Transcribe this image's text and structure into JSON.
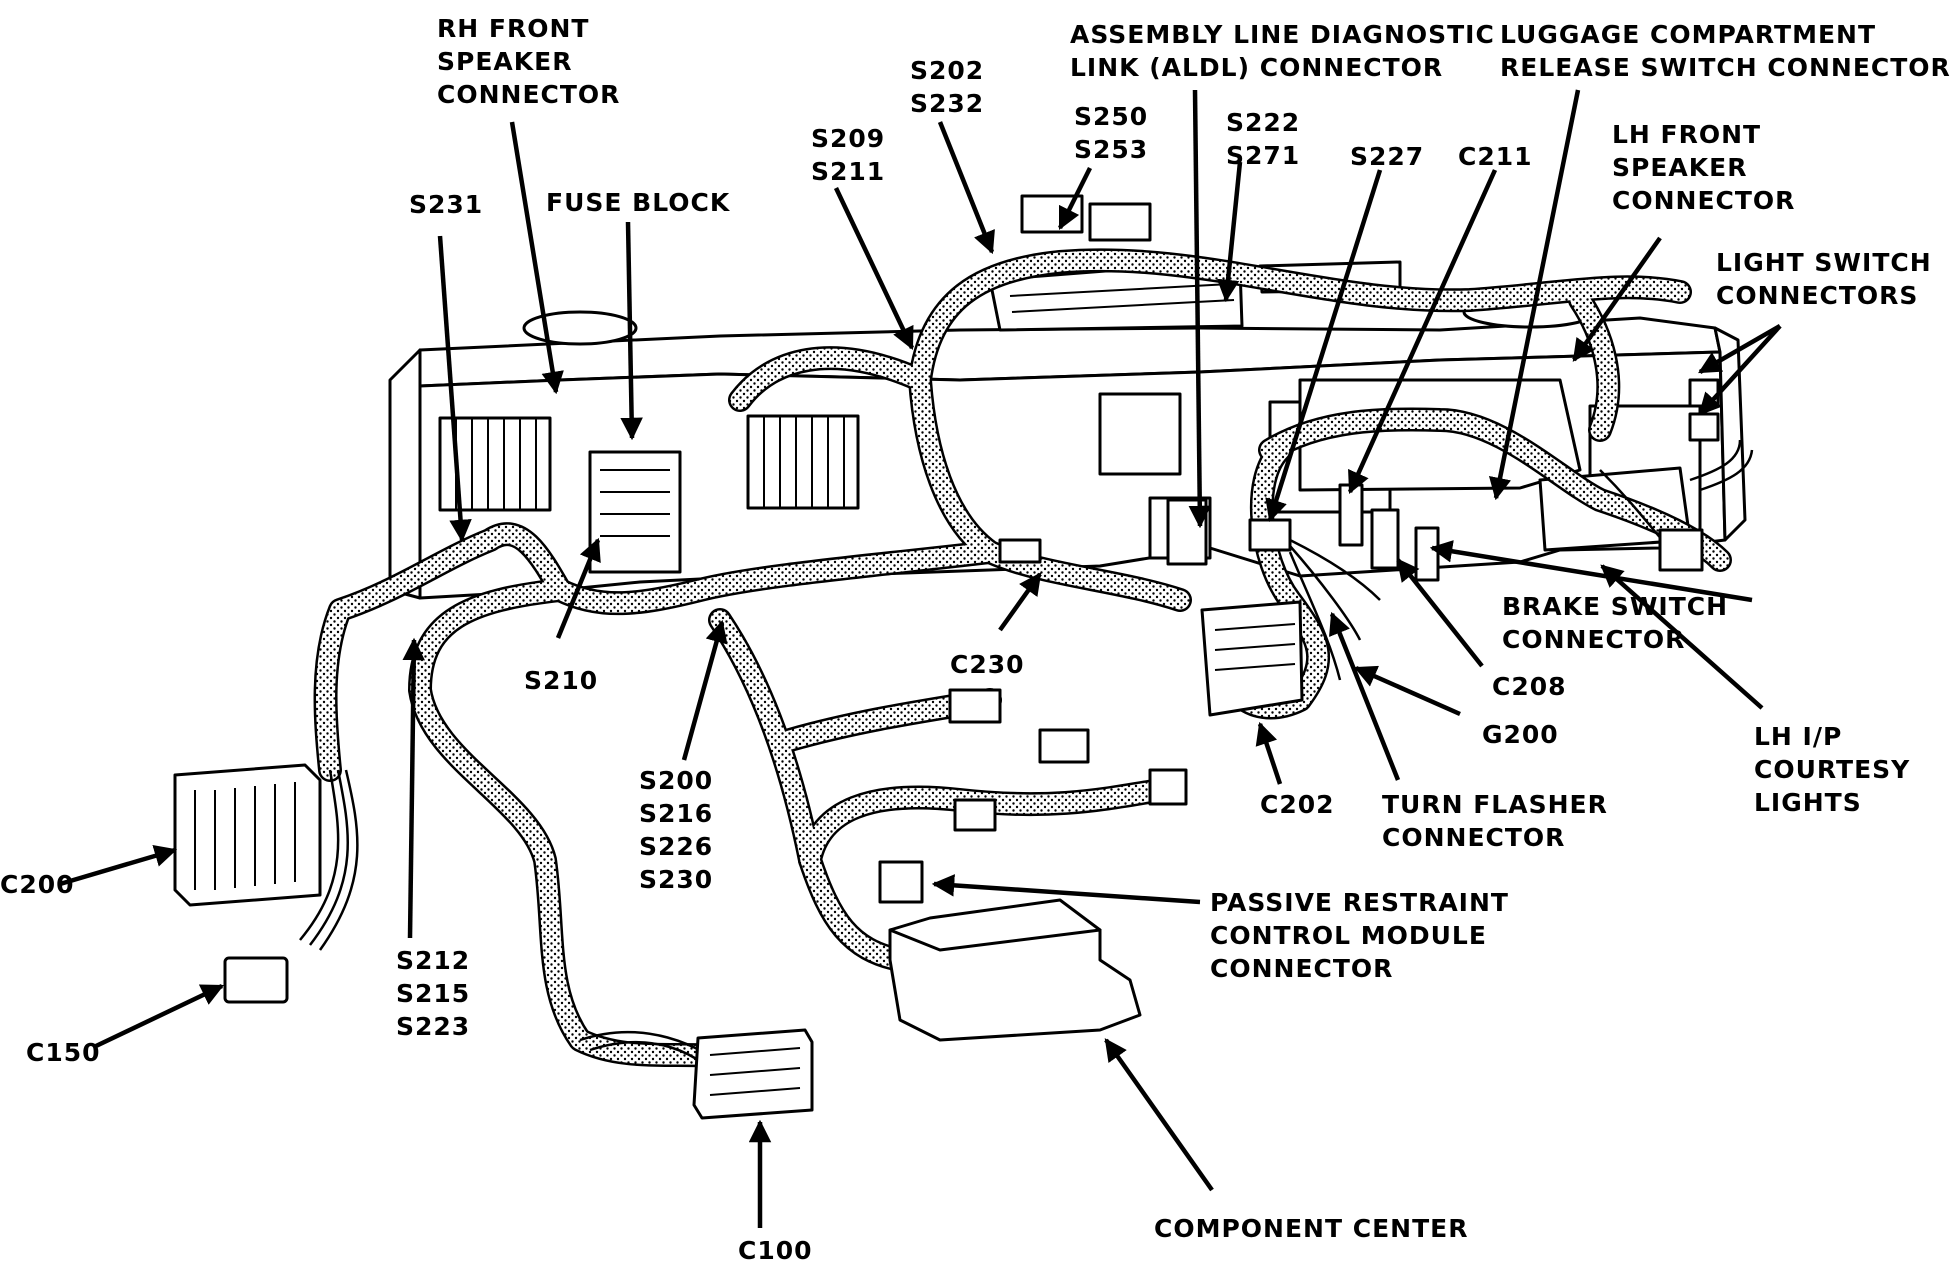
{
  "labels": {
    "rh_front_speaker": [
      "RH FRONT",
      "SPEAKER",
      "CONNECTOR"
    ],
    "s231": "S231",
    "fuse_block": "FUSE BLOCK",
    "s209_s211": [
      "S209",
      "S211"
    ],
    "s202_s232": [
      "S202",
      "S232"
    ],
    "s250_s253": [
      "S250",
      "S253"
    ],
    "aldl": [
      "ASSEMBLY LINE DIAGNOSTIC",
      "LINK (ALDL) CONNECTOR"
    ],
    "s222_s271": [
      "S222",
      "S271"
    ],
    "s227": "S227",
    "c211": "C211",
    "luggage_release": [
      "LUGGAGE COMPARTMENT",
      "RELEASE SWITCH CONNECTOR"
    ],
    "lh_front_speaker": [
      "LH FRONT",
      "SPEAKER",
      "CONNECTOR"
    ],
    "light_switch": [
      "LIGHT SWITCH",
      "CONNECTORS"
    ],
    "brake_switch": [
      "BRAKE SWITCH",
      "CONNECTOR"
    ],
    "c208": "C208",
    "g200": "G200",
    "lh_ip_courtesy": [
      "LH I/P",
      "COURTESY",
      "LIGHTS"
    ],
    "c202": "C202",
    "turn_flasher": [
      "TURN FLASHER",
      "CONNECTOR"
    ],
    "c230": "C230",
    "s210": "S210",
    "s200_group": [
      "S200",
      "S216",
      "S226",
      "S230"
    ],
    "s212_group": [
      "S212",
      "S215",
      "S223"
    ],
    "c200": "C200",
    "c150": "C150",
    "c100": "C100",
    "passive_restraint": [
      "PASSIVE RESTRAINT",
      "CONTROL MODULE",
      "CONNECTOR"
    ],
    "component_center": "COMPONENT CENTER"
  }
}
